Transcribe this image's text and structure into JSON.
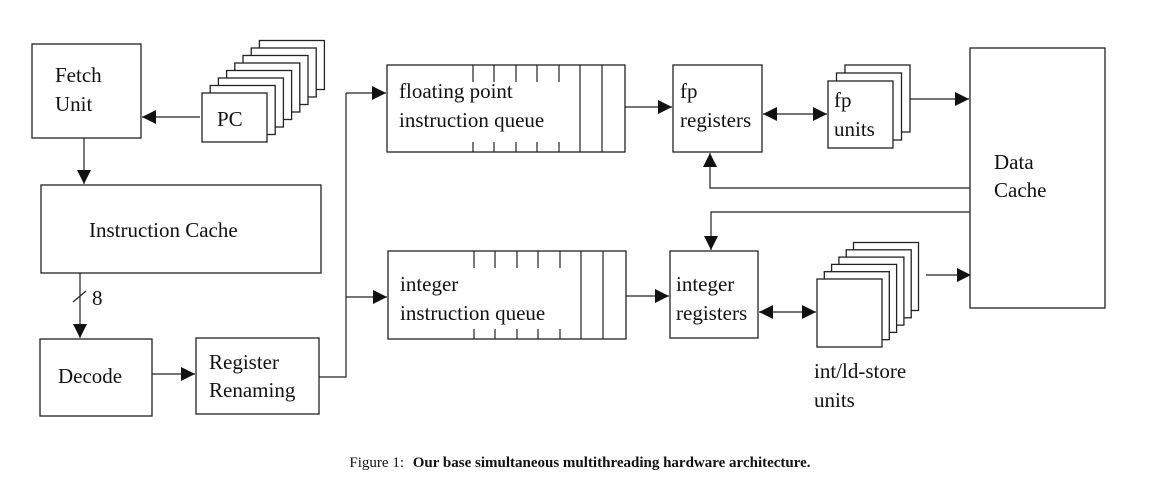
{
  "diagram": {
    "blocks": {
      "fetch_unit": [
        "Fetch",
        "Unit"
      ],
      "pc": "PC",
      "instruction_cache": "Instruction Cache",
      "fetch_width": "8",
      "decode": "Decode",
      "register_renaming": [
        "Register",
        "Renaming"
      ],
      "fp_queue": [
        "floating point",
        "instruction queue"
      ],
      "int_queue": [
        "integer",
        "instruction queue"
      ],
      "fp_registers": [
        "fp",
        "registers"
      ],
      "int_registers": [
        "integer",
        "registers"
      ],
      "fp_units": [
        "fp",
        "units"
      ],
      "int_units": [
        "int/ld-store",
        "units"
      ],
      "data_cache": [
        "Data",
        "Cache"
      ]
    },
    "pc_copies": 8,
    "fp_unit_copies": 3,
    "int_unit_copies": 6
  },
  "caption": {
    "label": "Figure 1:",
    "text": "Our base simultaneous multithreading hardware architecture."
  }
}
